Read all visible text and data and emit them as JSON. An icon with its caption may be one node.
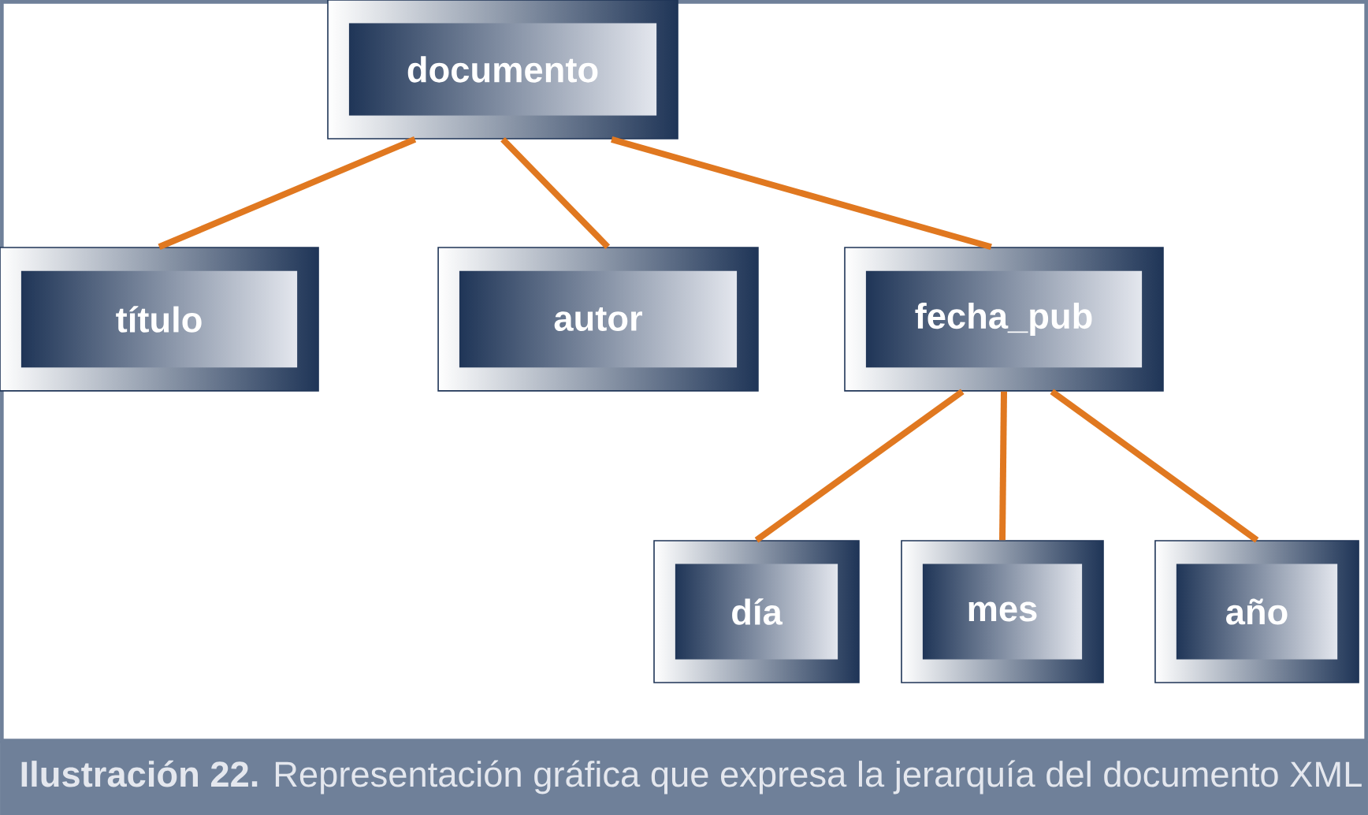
{
  "diagram": {
    "caption": "**Ilustración 22.** Representación gráfica que expresa la jerarquía del documento XML",
    "nodes": [
      {
        "text": [
          "documento"
        ]
      },
      {
        "text": [
          "título"
        ]
      },
      {
        "text": [
          "autor"
        ]
      },
      {
        "text": [
          "fecha_pub"
        ]
      },
      {
        "text": [
          "día"
        ]
      },
      {
        "text": [
          "mes"
        ]
      },
      {
        "text": [
          "año"
        ]
      }
    ],
    "edges": [
      {
        "from": 0,
        "to": 1,
        "arrow": "none"
      },
      {
        "from": 0,
        "to": 2,
        "arrow": "none"
      },
      {
        "from": 0,
        "to": 3,
        "arrow": "none"
      },
      {
        "from": 3,
        "to": 4,
        "arrow": "none"
      },
      {
        "from": 3,
        "to": 5,
        "arrow": "none"
      },
      {
        "from": 3,
        "to": 6,
        "arrow": "none"
      }
    ]
  }
}
